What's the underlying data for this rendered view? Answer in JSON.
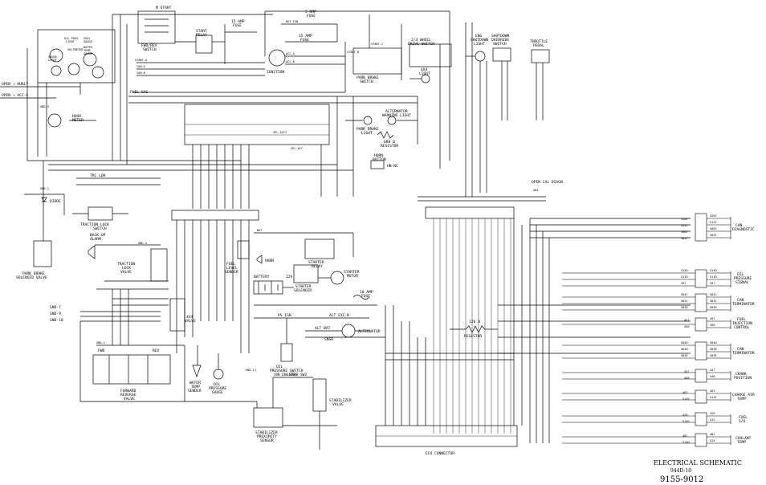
{
  "title_block": {
    "title": "ELECTRICAL SCHEMATIC",
    "model": "944D-10",
    "drawing_number": "9155-9012"
  },
  "components": {
    "m_start": "M START",
    "fwd_rev_switch": [
      "FWD/REV",
      "SWITCH"
    ],
    "start_relay": [
      "START",
      "RELAY"
    ],
    "fuse_15a_top": [
      "15 AMP",
      "FUSE"
    ],
    "fuse_5a": [
      "5 AMP",
      "FUSE"
    ],
    "fuse_15a_mid": [
      "15 AMP",
      "FUSE"
    ],
    "ignition": "IGNITION",
    "park_brake_switch": [
      "PARK BRAKE",
      "SWITCH"
    ],
    "mast_drive_switch": [
      "2/4 WHEEL",
      "DRIVE SWITCH"
    ],
    "four_x4_light": [
      "4X4",
      "LIGHT"
    ],
    "shutdown_light": [
      "ENG",
      "SHUTDOWN",
      "LIGHT"
    ],
    "shutdown_override": [
      "SHUTDOWN",
      "OVERRIDE",
      "SWITCH"
    ],
    "throttle_pedal": [
      "THROTTLE",
      "PEDAL"
    ],
    "oil_press_light": [
      "OIL PRES",
      "LIGHT"
    ],
    "fuel_gauge": [
      "FUEL",
      "GAUGE"
    ],
    "voltmeter": "VOLTMETER",
    "water_temp_gauge": [
      "WATER",
      "TEMP",
      "GAUGE"
    ],
    "gauge_light": [
      "GAUGE",
      "LIGHT"
    ],
    "hour_meter": [
      "HOUR",
      "METER"
    ],
    "park_brake_light": [
      "PARK BRAKE",
      "LIGHT"
    ],
    "alternator_warning_light": [
      "ALTERNATOR",
      "WARNING LIGHT"
    ],
    "resistor_top": [
      "680 Ω",
      "RESISTOR"
    ],
    "horn_button": [
      "HORN",
      "BUTTON"
    ],
    "diode": "DIODE",
    "park_brake_solenoid": [
      "PARK BRAKE",
      "SOLENOID VALVE"
    ],
    "traction_lock_switch": [
      "TRACTION LOCK",
      "SWITCH"
    ],
    "backup_alarm": [
      "BACK-UP",
      "ALARM"
    ],
    "traction_lock_valve": [
      "TRACTION",
      "LOCK",
      "VALVE"
    ],
    "fourx4_valve": [
      "4X4",
      "VALVE"
    ],
    "forward_reverse_valve": [
      "FORWARD",
      "REVERSE",
      "VALVE"
    ],
    "water_temp_sender": [
      "WATER",
      "TEMP",
      "SENDER"
    ],
    "oil_pressure_gauge": [
      "OIL",
      "PRESSURE",
      "GAUGE"
    ],
    "fuel_level_sender": [
      "FUEL",
      "LEVEL",
      "SENDER"
    ],
    "horn": "HORN",
    "starter_relay": [
      "STARTER",
      "RELAY"
    ],
    "battery": [
      "BATTERY",
      "12V"
    ],
    "starter_solenoid": [
      "STARTER",
      "SOLENOID"
    ],
    "starter_motor": [
      "STARTER",
      "MOTOR"
    ],
    "fuse_10a": [
      "10 AMP",
      "FUSE"
    ],
    "alternator": "ALTERNATOR",
    "oil_pressure_switch": [
      "OIL",
      "PRESSURE SWITCH",
      "(ON ENGINE)"
    ],
    "stabilizer_sensor": [
      "STABILIZER",
      "PROXIMITY",
      "SENSOR"
    ],
    "stabilizer_valve": [
      "STABILIZER",
      "VALVE"
    ],
    "resistor_mid": [
      "120 Ω",
      "RESISTOR"
    ],
    "ecu_connector": "ECU CONNECTOR",
    "can_diagnostic": [
      "CAN",
      "DIAGNOSTIC"
    ],
    "oil_pressure_signal": [
      "OIL",
      "PRESSURE",
      "SIGNAL"
    ],
    "can_terminator_1": [
      "CAN",
      "TERMINATOR"
    ],
    "fuel_injection_control": [
      "FUEL",
      "INJECTION",
      "CONTROL"
    ],
    "can_terminator_2": [
      "CAN",
      "TERMINATOR"
    ],
    "crank_position": [
      "CRANK",
      "POSITION"
    ],
    "charge_air_temp": [
      "CHARGE AIR",
      "TEMP"
    ],
    "fuel_shutoff": [
      "FUEL",
      "S/O"
    ],
    "coolant_temp": [
      "COOLANT",
      "TEMP"
    ]
  },
  "wire_labels": {
    "open_hurly": "OPEN ◁ HURLY",
    "open_acc": "OPEN ◁ ACC-C",
    "full_gas": "FUEL GAS",
    "ign_a": "IGN-A",
    "ign_b": "IGN-B",
    "start_a": "START-A",
    "start_b": "START-B",
    "start_c": "START-C",
    "bat": "BAT",
    "bat_ign": "BAT-IGN",
    "acc_a": "ACC-A",
    "acc_b": "ACC-B",
    "spl_acc": "SPL-ACC",
    "spl_acc2": "SPL-ACC2",
    "hn_nc": "HN-NC",
    "trc_lok": "TRC LOK",
    "gnd_1": "GND-1",
    "gnd_2": "GND-2",
    "gnd_3": "GND-3",
    "gnd_4": "GND-4",
    "gnd_7": "GND-7",
    "gnd_9": "GND-9",
    "gnd_10": "GND-10",
    "gnd_11": "GND-11",
    "alt_exc": "ALT EXC-B",
    "alt_bat": "ALT BAT",
    "snsr": "SNSR",
    "ps_ign": "PS IGN",
    "stab_sw2": "STAB-SW2",
    "fwd": "FWD",
    "rev": "REV",
    "open_cal": "OPEN CAL DIAGN",
    "sw1": "SW1"
  },
  "connector_blocks": {
    "can_diag_left": [
      "526C",
      "512C",
      "506C",
      "505C"
    ],
    "can_diag_right": [
      "526C",
      "512C",
      "506C",
      "505C"
    ],
    "oil_left": [
      "514D",
      "511D",
      "497"
    ],
    "oil_right": [
      "514D",
      "511D",
      "497"
    ],
    "term1_left": [
      "504C",
      "503C",
      "503D"
    ],
    "term1_right": [
      "504C",
      "503C",
      "503D"
    ],
    "inj_left": [
      "491",
      "490"
    ],
    "inj_right": [
      "491",
      "490"
    ],
    "term2_left": [
      "504D",
      "503D",
      "503E"
    ],
    "term2_right": [
      "504D",
      "503D",
      "503E"
    ],
    "crank_left": [
      "447",
      "448"
    ],
    "crank_right": [
      "447",
      "448"
    ],
    "chg_left": [
      "463",
      "514F"
    ],
    "chg_right": [
      "463",
      "514F"
    ],
    "fso_left": [
      "426",
      "514G"
    ],
    "fso_right": [
      "426",
      "415"
    ],
    "cool_left": [
      "481",
      "514H"
    ],
    "cool_right": [
      "481",
      "415"
    ]
  }
}
